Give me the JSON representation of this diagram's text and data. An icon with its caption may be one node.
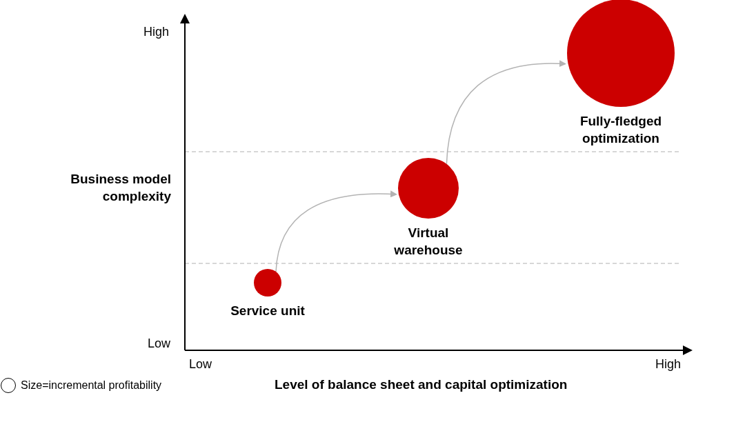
{
  "diagram": {
    "nodes": [
      {
        "text": [],
        "shape": "circle",
        "beside": [
          "Service unit"
        ]
      },
      {
        "text": [],
        "shape": "circle",
        "beside": [
          "Virtual warehouse"
        ]
      },
      {
        "text": [],
        "shape": "circle",
        "beside": [
          "Fully-fledged optimization"
        ]
      }
    ],
    "edges": [
      {
        "from": 0,
        "to": 1,
        "arrow": "to"
      },
      {
        "from": 1,
        "to": 2,
        "arrow": "to"
      }
    ],
    "labels": [
      "High",
      "Business model complexity",
      "Low",
      "Low",
      "High",
      "Level of balance sheet and capital optimization"
    ],
    "legend": [
      {
        "text": "Size=incremental profitability"
      }
    ]
  }
}
